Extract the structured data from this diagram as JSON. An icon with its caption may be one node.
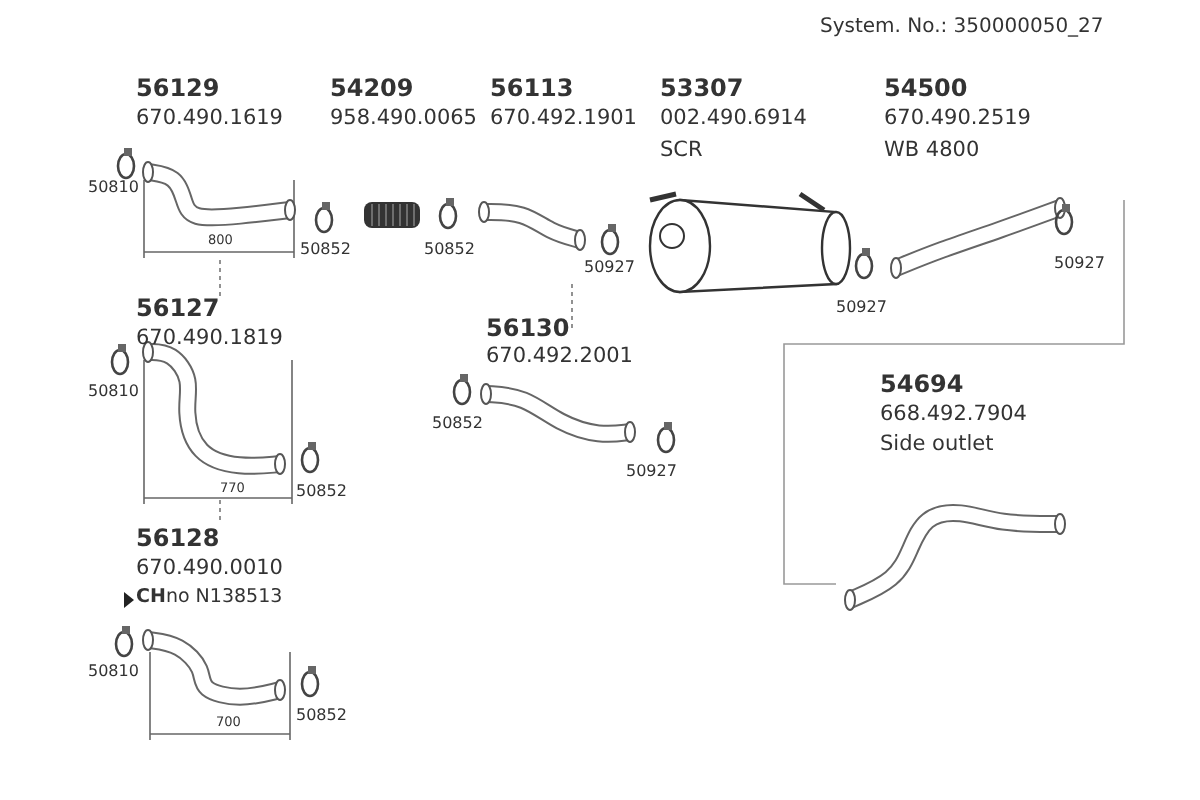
{
  "diagram": {
    "labels": [
      "System. No.: 350000050_27",
      "56129",
      "670.490.1619",
      "54209",
      "958.490.0065",
      "56113",
      "670.492.1901",
      "53307",
      "002.490.6914",
      "SCR",
      "54500",
      "670.490.2519",
      "WB 4800",
      "50810",
      "800",
      "50852",
      "50852",
      "50927",
      "50927",
      "50927",
      "56127",
      "670.490.1819",
      "56130",
      "670.492.2001",
      "50810",
      "50852",
      "50927",
      "770",
      "50852",
      "54694",
      "668.492.7904",
      "Side outlet",
      "56128",
      "670.490.0010",
      "**CH**no N138513",
      "50810",
      "700",
      "50852"
    ]
  }
}
